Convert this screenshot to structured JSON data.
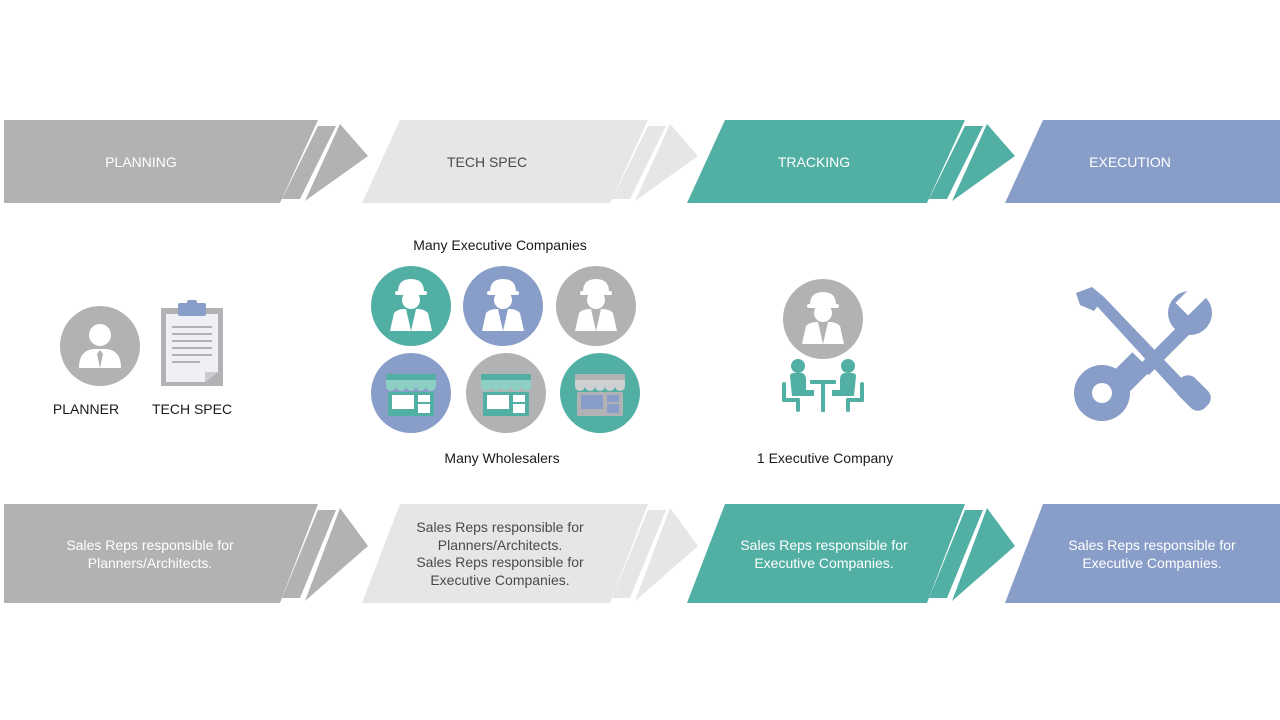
{
  "colors": {
    "planning": "#b1b2b4",
    "tech_spec": "#e6e6e6",
    "tracking": "#52afa4",
    "execution": "#889dc8",
    "icon_gray": "#b1b2b4",
    "icon_teal": "#52afa4",
    "icon_blue": "#889dc8"
  },
  "stages": {
    "planning": {
      "title": "PLANNING",
      "desc_lines": [
        "Sales Reps responsible for",
        "Planners/Architects."
      ]
    },
    "tech_spec": {
      "title": "TECH SPEC",
      "desc_lines": [
        "Sales Reps responsible for",
        "Planners/Architects.",
        "Sales Reps responsible for",
        "Executive Companies."
      ]
    },
    "tracking": {
      "title": "TRACKING",
      "desc_lines": [
        "Sales Reps responsible for",
        "Executive Companies."
      ]
    },
    "execution": {
      "title": "EXECUTION",
      "desc_lines": [
        "Sales Reps responsible for",
        "Executive Companies."
      ]
    }
  },
  "planning_icons": {
    "planner_label": "PLANNER",
    "tech_spec_label": "TECH SPEC"
  },
  "tech_spec_icons": {
    "top_caption": "Many Executive Companies",
    "bottom_caption": "Many Wholesalers"
  },
  "tracking_icons": {
    "caption": "1 Executive Company"
  },
  "execution_icons": {
    "icon": "wrench-screwdriver-icon"
  }
}
